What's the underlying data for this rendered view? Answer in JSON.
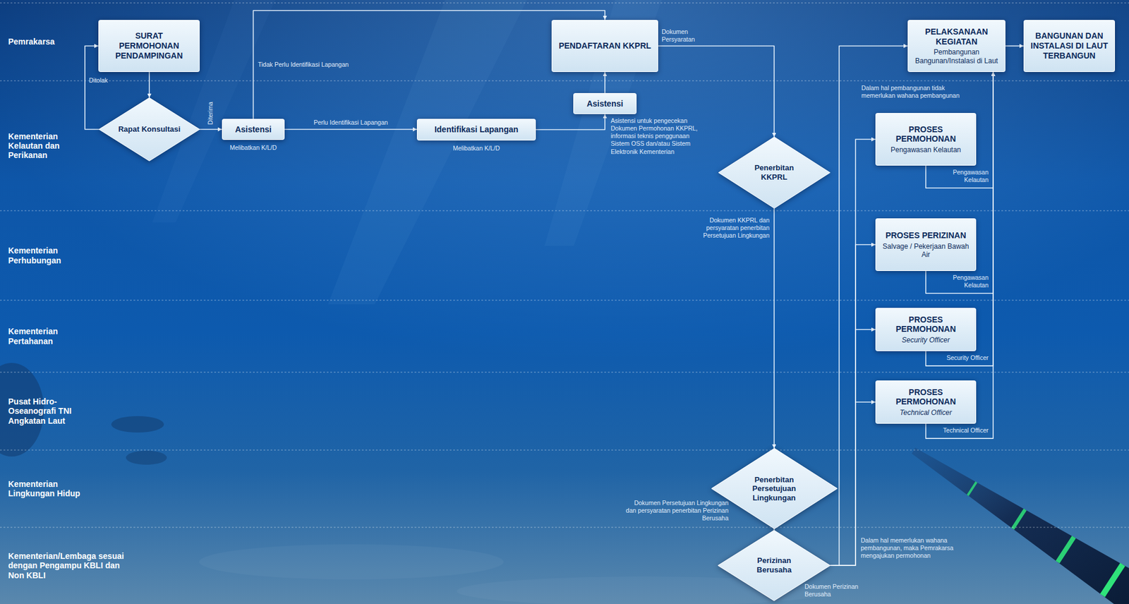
{
  "diagram": {
    "nodes": [
      {
        "text": [
          "SURAT PERMOHONAN PENDAMPINGAN"
        ]
      },
      {
        "text": [
          "Rapat Konsultasi"
        ]
      },
      {
        "text": [
          "Asistensi"
        ]
      },
      {
        "text": [
          "Identifikasi Lapangan"
        ]
      },
      {
        "text": [
          "Asistensi"
        ]
      },
      {
        "text": [
          "PENDAFTARAN KKPRL"
        ]
      },
      {
        "text": [
          "Penerbitan KKPRL"
        ]
      },
      {
        "text": [
          "Penerbitan Persetujuan Lingkungan"
        ]
      },
      {
        "text": [
          "Perizinan Berusaha"
        ]
      },
      {
        "text": [
          "PELAKSANAAN KEGIATAN",
          "Pembangunan Bangunan/Instalasi di Laut"
        ]
      },
      {
        "text": [
          "BANGUNAN DAN INSTALASI DI LAUT TERBANGUN"
        ]
      },
      {
        "text": [
          "PROSES PERMOHONAN",
          "Pengawasan Kelautan"
        ]
      },
      {
        "text": [
          "PROSES PERIZINAN",
          "Salvage / Pekerjaan Bawah Air"
        ]
      },
      {
        "text": [
          "PROSES PERMOHONAN",
          "Security Officer"
        ]
      },
      {
        "text": [
          "PROSES PERMOHONAN",
          "Technical Officer"
        ]
      }
    ],
    "edges": [
      {
        "from": 0,
        "to": 1,
        "arrow": "to"
      },
      {
        "from": 1,
        "to": 0,
        "label": "Ditolak",
        "arrow": "to"
      },
      {
        "from": 1,
        "to": 2,
        "label": "Diterima",
        "arrow": "to"
      },
      {
        "from": 2,
        "to": 5,
        "label": "Tidak Perlu Identifikasi Lapangan",
        "arrow": "to"
      },
      {
        "from": 2,
        "to": 3,
        "label": "Perlu Identifikasi Lapangan",
        "arrow": "to"
      },
      {
        "from": 3,
        "to": 4,
        "arrow": "to"
      },
      {
        "from": 4,
        "to": 5,
        "arrow": "to"
      },
      {
        "from": 5,
        "to": 6,
        "label": "Dokumen Persyaratan",
        "arrow": "to"
      },
      {
        "from": 6,
        "to": 7,
        "label": "Dokumen KKPRL dan persyaratan penerbitan Persetujuan Lingkungan",
        "arrow": "to"
      },
      {
        "from": 7,
        "to": 8,
        "label": "Dokumen Persetujuan Lingkungan dan persyaratan penerbitan Perizinan Berusaha",
        "arrow": "to"
      },
      {
        "from": 8,
        "to": 9,
        "label": "Dalam hal pembangunan tidak memerlukan wahana pembangunan",
        "arrow": "to"
      },
      {
        "from": 8,
        "to": 11,
        "arrow": "to"
      },
      {
        "from": 8,
        "to": 12,
        "arrow": "to"
      },
      {
        "from": 8,
        "to": 13,
        "arrow": "to"
      },
      {
        "from": 8,
        "to": 14,
        "label": "Dalam hal memerlukan wahana pembangunan, maka Pemrakarsa mengajukan permohonan",
        "arrow": "to"
      },
      {
        "from": 11,
        "to": 9,
        "label": "Pengawasan Kelautan",
        "arrow": "to"
      },
      {
        "from": 12,
        "to": 9,
        "label": "Pengawasan Kelautan",
        "arrow": "to"
      },
      {
        "from": 13,
        "to": 9,
        "label": "Security Officer",
        "arrow": "to"
      },
      {
        "from": 14,
        "to": 9,
        "label": "Technical Officer",
        "arrow": "to"
      },
      {
        "from": 9,
        "to": 10,
        "arrow": "to"
      }
    ],
    "labels": [
      "Pemrakarsa",
      "Kementerian Kelautan dan Perikanan",
      "Kementerian Perhubungan",
      "Kementerian Pertahanan",
      "Pusat Hidro-Oseanografi TNI Angkatan Laut",
      "Kementerian Lingkungan Hidup",
      "Kementerian/Lembaga sesuai dengan Pengampu KBLI dan Non KBLI",
      "Melibatkan K/L/D",
      "Melibatkan K/L/D",
      "Asistensi untuk pengecekan Dokumen Permohonan KKPRL, informasi teknis penggunaan Sistem OSS dan/atau Sistem Elektronik Kementerian",
      "Dokumen Perizinan Berusaha"
    ]
  }
}
